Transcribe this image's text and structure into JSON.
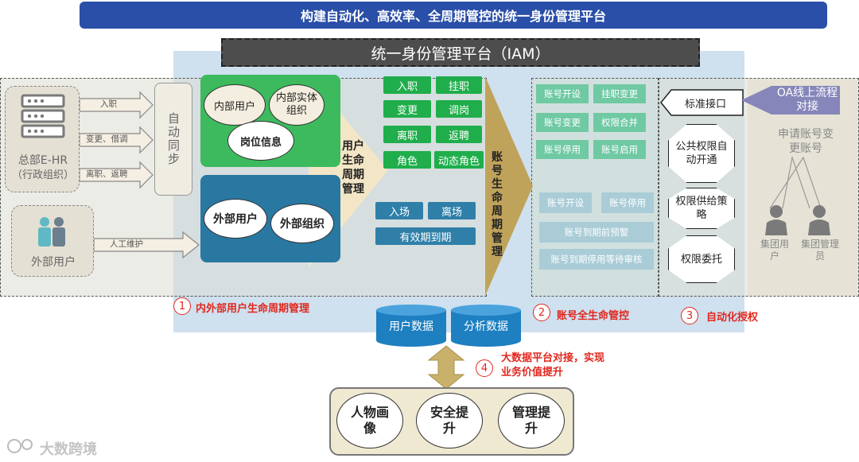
{
  "banner": "构建自动化、高效率、全周期管控的统一身份管理平台",
  "iam_title": "统一身份管理平台（IAM）",
  "hr_source": {
    "label": "总部E-HR",
    "sublabel": "（行政组织）"
  },
  "ext_source": {
    "label": "外部用户"
  },
  "hr_arrows": [
    "入职",
    "变更、借调",
    "离职、返聘"
  ],
  "ext_arrow": "人工维护",
  "auto_sync": "自动同步",
  "internal": {
    "user": "内部用户",
    "org": "内部实体组织",
    "post": "岗位信息"
  },
  "external": {
    "user": "外部用户",
    "org": "外部组织"
  },
  "lifecycle_label": "用户生命周期管理",
  "green_buttons": [
    "入职",
    "挂职",
    "变更",
    "调岗",
    "离职",
    "返聘",
    "角色",
    "动态角色"
  ],
  "blue_buttons": [
    "入场",
    "离场",
    "有效期到期"
  ],
  "account_lifecycle_label": "账号生命周期管理",
  "account_cards_green": [
    "账号开设",
    "挂职变更",
    "账号变更",
    "权限合并",
    "账号停用",
    "账号启用"
  ],
  "account_cards_pale": [
    "账号开设",
    "账号停用",
    "账号到期前预警",
    "账号到期停用等待审核"
  ],
  "std_interface": "标准接口",
  "octagons": [
    "公共权限自动开通",
    "权限供给策略",
    "权限委托"
  ],
  "oa": {
    "title": "OA线上流程对接",
    "request": "申请账号变更账号"
  },
  "people": [
    "集团用户",
    "集团管理员"
  ],
  "labels": [
    {
      "num": "1",
      "text": "内外部用户生命周期管理"
    },
    {
      "num": "2",
      "text": "账号全生命管控"
    },
    {
      "num": "3",
      "text": "自动化授权"
    },
    {
      "num": "4",
      "text": "大数据平台对接，实现业务价值提升"
    }
  ],
  "databases": [
    "用户数据",
    "分析数据"
  ],
  "bottom_circles": [
    "人物画像",
    "安全提升",
    "管理提升"
  ],
  "watermark": "大数跨境",
  "colors": {
    "banner": "#2a4fa8",
    "green": "#1fae4b",
    "blue": "#2f7fa9",
    "red": "#e0281e",
    "iam": "#4d4d4d"
  }
}
